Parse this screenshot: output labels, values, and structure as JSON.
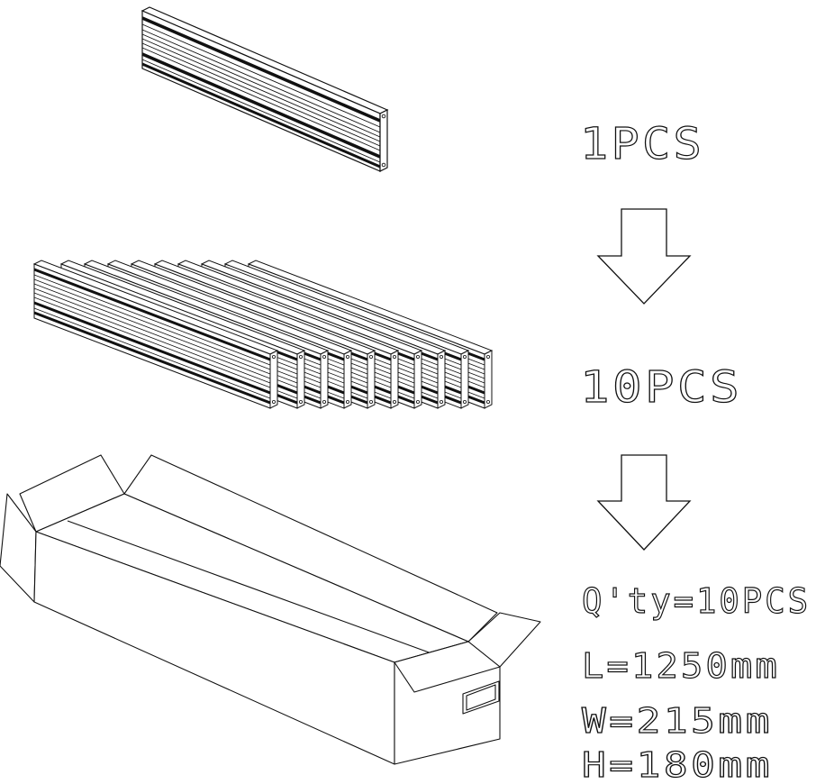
{
  "labels": {
    "step1": "1PCS",
    "step2": "10PCS"
  },
  "package_specs": {
    "qty": "Q'ty=10PCS",
    "length": "L=1250mm",
    "width": "W=215mm",
    "height": "H=180mm"
  },
  "stack": {
    "panel_count": 10
  },
  "colors": {
    "line": "#111111",
    "background": "#ffffff"
  }
}
